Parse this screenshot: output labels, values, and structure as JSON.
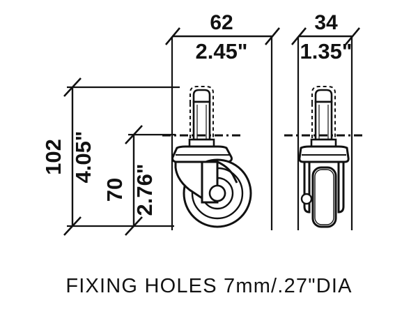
{
  "drawing": {
    "title": "Swivel caster dimensioned engineering drawing",
    "background_color": "#FFFFFF",
    "line_color": "#111111",
    "views": [
      {
        "name": "side-view",
        "label": "side elevation of swivel caster with threaded stem, swivel bracket and wheel"
      },
      {
        "name": "front-view",
        "label": "front elevation of swivel caster showing fork and wheel"
      }
    ],
    "dimensions": {
      "side_width_mm": "62",
      "side_width_in": "2.45\"",
      "front_width_mm": "34",
      "front_width_in": "1.35\"",
      "overall_height_mm": "102",
      "overall_height_in": "4.05\"",
      "body_height_mm": "70",
      "body_height_in": "2.76\""
    },
    "caption": "FIXING HOLES  7mm/.27\"DIA"
  }
}
